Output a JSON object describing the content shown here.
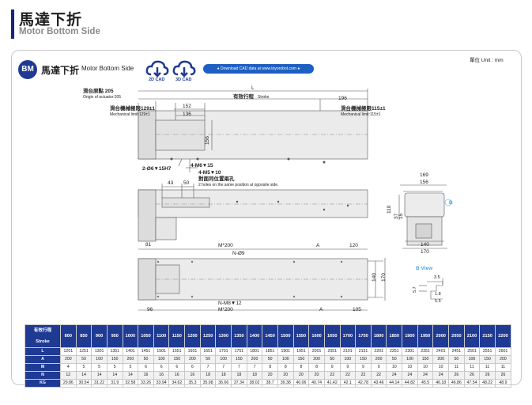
{
  "header": {
    "title": "馬達下折",
    "subtitle": "Motor Bottom Side"
  },
  "section": {
    "badge": "BM",
    "title": "馬達下折",
    "subtitle": "Motor Bottom Side",
    "cad2d": "2D CAD",
    "cad3d": "3D CAD",
    "download": "● Download CAD data at www.toyorobot.com ●",
    "unit": "單位 Unit : mm"
  },
  "drawing": {
    "origin_label": "滑台原點 205",
    "origin_sub": "Origin of actuator:205",
    "L": "L",
    "stroke_label": "有效行程",
    "stroke_sub": "Stroke",
    "d196": "196",
    "mech_left": "滑台機械極限129±1",
    "mech_left_sub": "Mechanical limit:129±1",
    "mech_right": "滑台機械極限115±1",
    "mech_right_sub": "Mechanical limit:115±1",
    "d152": "152",
    "d136": "136",
    "d156v": "156",
    "m6": "4-M6▼15",
    "d6": "2-Ø6▼15H7",
    "m5": "4-M5▼10",
    "holes_cn": "對面同位置兩孔",
    "holes_en": "2 holes on the same position at opposite side.",
    "d43": "43",
    "d50": "50",
    "d169": "169",
    "d156": "156",
    "d110": "110",
    "d37": "37",
    "d15": "15",
    "d140b": "140",
    "d170b": "170",
    "d81": "81",
    "m200a": "M*200",
    "A1": "A",
    "d120": "120",
    "n9": "N-Ø9",
    "d140": "140",
    "d170": "170",
    "m8": "N-M8▼12",
    "d96": "96",
    "m200b": "M*200",
    "A2": "A",
    "d105": "105",
    "bview": "B View",
    "b": "B",
    "d35": "3.5",
    "d57": "5.7",
    "d18": "1.8",
    "d55": "5.5"
  },
  "table": {
    "head_cn": "有效行程",
    "head_en": "Stroke",
    "strokes": [
      "800",
      "850",
      "900",
      "950",
      "1000",
      "1050",
      "1100",
      "1150",
      "1200",
      "1250",
      "1300",
      "1350",
      "1400",
      "1450",
      "1500",
      "1550",
      "1600",
      "1650",
      "1700",
      "1750",
      "1800",
      "1850",
      "1900",
      "1950",
      "2000",
      "2050",
      "2100",
      "2150",
      "2200"
    ],
    "rows": [
      {
        "label": "L",
        "values": [
          "1201",
          "1251",
          "1301",
          "1351",
          "1401",
          "1451",
          "1501",
          "1551",
          "1601",
          "1651",
          "1701",
          "1751",
          "1801",
          "1851",
          "1901",
          "1951",
          "2001",
          "2051",
          "2101",
          "2151",
          "2201",
          "2251",
          "2301",
          "2351",
          "2401",
          "2451",
          "2501",
          "2551",
          "2601"
        ]
      },
      {
        "label": "A",
        "values": [
          "200",
          "50",
          "100",
          "150",
          "200",
          "50",
          "100",
          "150",
          "200",
          "50",
          "100",
          "150",
          "200",
          "50",
          "100",
          "150",
          "200",
          "50",
          "100",
          "150",
          "200",
          "50",
          "100",
          "150",
          "200",
          "50",
          "100",
          "150",
          "200"
        ]
      },
      {
        "label": "M",
        "values": [
          "4",
          "5",
          "5",
          "5",
          "5",
          "6",
          "6",
          "6",
          "6",
          "7",
          "7",
          "7",
          "7",
          "8",
          "8",
          "8",
          "8",
          "9",
          "9",
          "9",
          "9",
          "10",
          "10",
          "10",
          "10",
          "11",
          "11",
          "11",
          "11"
        ]
      },
      {
        "label": "N",
        "values": [
          "12",
          "14",
          "14",
          "14",
          "14",
          "16",
          "16",
          "16",
          "16",
          "18",
          "18",
          "18",
          "18",
          "20",
          "20",
          "20",
          "20",
          "22",
          "22",
          "22",
          "22",
          "24",
          "24",
          "24",
          "24",
          "26",
          "26",
          "26",
          "26"
        ]
      },
      {
        "label": "KG",
        "values": [
          "29.86",
          "30.54",
          "31.22",
          "31.9",
          "32.58",
          "33.26",
          "33.94",
          "34.62",
          "35.3",
          "35.98",
          "36.66",
          "37.34",
          "38.02",
          "38.7",
          "39.38",
          "40.06",
          "40.74",
          "41.42",
          "42.1",
          "42.78",
          "43.46",
          "44.14",
          "44.82",
          "45.5",
          "46.18",
          "46.86",
          "47.54",
          "48.22",
          "48.9"
        ]
      }
    ]
  },
  "colors": {
    "brand": "#1f3a93",
    "download": "#1e5fc2",
    "accent": "#4ea6e8"
  }
}
